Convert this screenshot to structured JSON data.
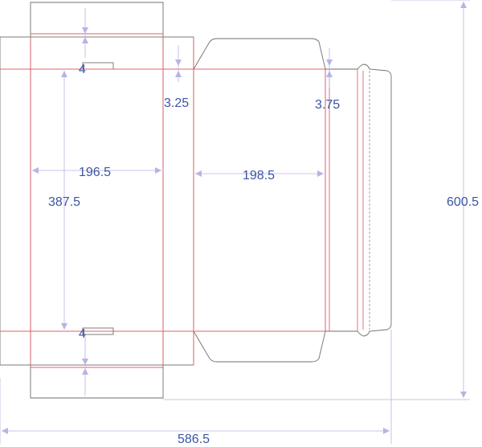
{
  "colors": {
    "cut_line": "#6f6f6f",
    "fold_line": "#e0606a",
    "dimension_line": "#b9b3e3",
    "dimension_text": "#3a55a6"
  },
  "dimensions": {
    "flap_top": "4",
    "flap_bottom": "4",
    "tuck_left": "3.25",
    "tuck_right": "3.75",
    "panel_a_width": "196.5",
    "panel_height": "387.5",
    "panel_b_width": "198.5",
    "overall_height": "600.5",
    "overall_width": "586.5"
  }
}
